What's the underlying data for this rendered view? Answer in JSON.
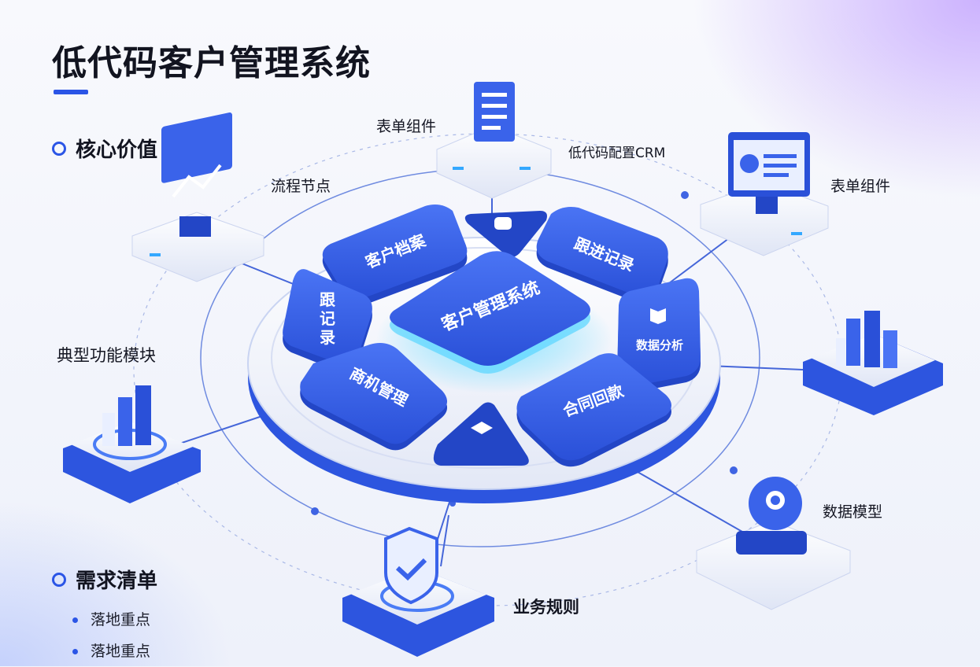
{
  "title": "低代码客户管理系统",
  "sections": {
    "core_value": "核心价值",
    "requirements": "需求清单"
  },
  "requirements_items": [
    "落地重点",
    "落地重点"
  ],
  "labels": {
    "form_component_top": "表单组件",
    "lowcode_config_crm": "低代码配置CRM",
    "flow_node": "流程节点",
    "form_component_right": "表单组件",
    "typical_modules": "典型功能模块",
    "data_model": "数据模型",
    "business_rules": "业务规则"
  },
  "center": {
    "core": "客户管理系统",
    "tiles": {
      "customer_profile": "客户档案",
      "follow_record": "跟进记录",
      "follow_record_short": [
        "跟",
        "记",
        "录"
      ],
      "data_analysis": "数据分析",
      "opportunity": "商机管理",
      "contract": "合同回款"
    }
  },
  "colors": {
    "accent": "#2b55e6",
    "tile": "#3a63ea",
    "tile_dark": "#2448c9",
    "glow": "#5fd7ff"
  }
}
